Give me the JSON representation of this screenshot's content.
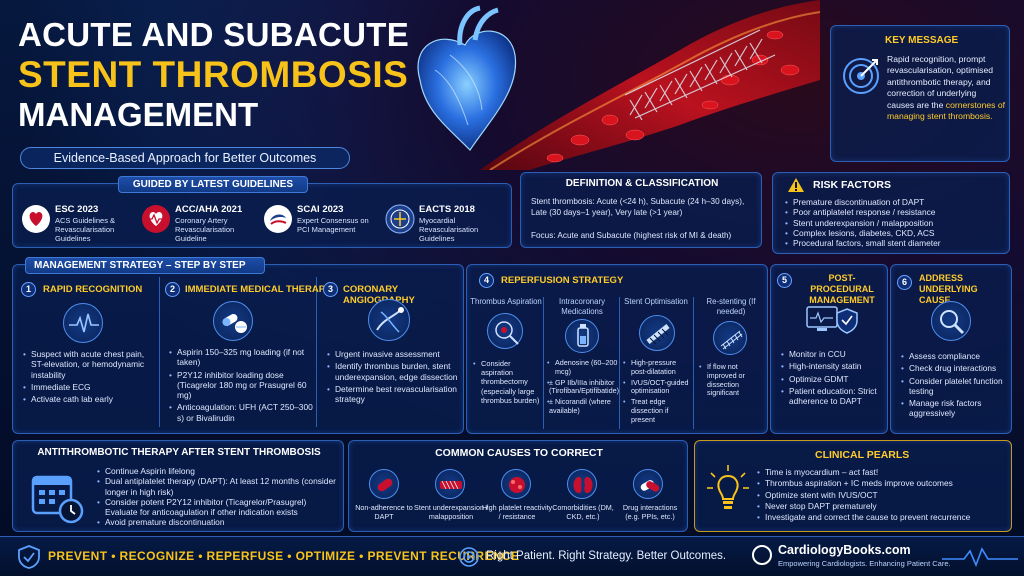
{
  "title": {
    "line1": "ACUTE AND SUBACUTE",
    "line2": "STENT THROMBOSIS",
    "line3": "MANAGEMENT",
    "subtitle": "Evidence-Based Approach for Better Outcomes"
  },
  "key_message": {
    "heading": "KEY MESSAGE",
    "text": "Rapid recognition, prompt revascularisation, optimised antithrombotic therapy, and correction of underlying causes are the",
    "highlight": "cornerstones of managing stent thrombosis."
  },
  "guidelines": {
    "heading": "GUIDED BY LATEST GUIDELINES",
    "items": [
      {
        "name": "ESC 2023",
        "desc": "ACS Guidelines & Revascularisation Guidelines"
      },
      {
        "name": "ACC/AHA 2021",
        "desc": "Coronary Artery Revascularisation Guideline"
      },
      {
        "name": "SCAI 2023",
        "desc": "Expert Consensus on PCI Management"
      },
      {
        "name": "EACTS 2018",
        "desc": "Myocardial Revascularisation Guidelines"
      }
    ]
  },
  "definition": {
    "heading": "DEFINITION & CLASSIFICATION",
    "text": "Stent thrombosis: Acute (<24 h), Subacute (24 h–30 days), Late (30 days–1 year), Very late (>1 year)",
    "focus": "Focus: Acute and Subacute (highest risk of MI & death)"
  },
  "risk": {
    "heading": "RISK FACTORS",
    "items": [
      "Premature discontinuation of DAPT",
      "Poor antiplatelet response / resistance",
      "Stent underexpansion / malapposition",
      "Complex lesions, diabetes, CKD, ACS",
      "Procedural factors, small stent diameter"
    ]
  },
  "strategy": {
    "heading": "MANAGEMENT STRATEGY – STEP BY STEP",
    "step1": {
      "num": "1",
      "title": "RAPID RECOGNITION",
      "items": [
        "Suspect with acute chest pain, ST-elevation, or hemodynamic instability",
        "Immediate ECG",
        "Activate cath lab early"
      ]
    },
    "step2": {
      "num": "2",
      "title": "IMMEDIATE MEDICAL THERAPY",
      "items": [
        "Aspirin 150–325 mg loading (if not taken)",
        "P2Y12 inhibitor loading dose (Ticagrelor 180 mg or Prasugrel 60 mg)",
        "Anticoagulation: UFH (ACT 250–300 s) or Bivalirudin"
      ]
    },
    "step3": {
      "num": "3",
      "title": "CORONARY ANGIOGRAPHY",
      "items": [
        "Urgent invasive assessment",
        "Identify thrombus burden, stent underexpansion, edge dissection",
        "Determine best revascularisation strategy"
      ]
    },
    "step4": {
      "num": "4",
      "title": "REPERFUSION STRATEGY",
      "cols": [
        {
          "title": "Thrombus Aspiration",
          "items": [
            "Consider aspiration thrombectomy (especially large thrombus burden)"
          ]
        },
        {
          "title": "Intracoronary Medications",
          "items": [
            "Adenosine (60–200 mcg)",
            "± GP IIb/IIIa inhibitor (Tirofiban/Eptifibatide)",
            "± Nicorandil (where available)"
          ]
        },
        {
          "title": "Stent Optimisation",
          "items": [
            "High-pressure post-dilatation",
            "IVUS/OCT-guided optimisation",
            "Treat edge dissection if present"
          ]
        },
        {
          "title": "Re-stenting (If needed)",
          "items": [
            "If flow not improved or dissection significant"
          ]
        }
      ]
    },
    "step5": {
      "num": "5",
      "title": "POST-PROCEDURAL MANAGEMENT",
      "items": [
        "Monitor in CCU",
        "High-intensity statin",
        "Optimize GDMT",
        "Patient education: Strict adherence to DAPT"
      ]
    },
    "step6": {
      "num": "6",
      "title": "ADDRESS UNDERLYING CAUSE",
      "items": [
        "Assess compliance",
        "Check drug interactions",
        "Consider platelet function testing",
        "Manage risk factors aggressively"
      ]
    }
  },
  "antithrombotic": {
    "heading": "ANTITHROMBOTIC THERAPY AFTER STENT THROMBOSIS",
    "items": [
      "Continue Aspirin lifelong",
      "Dual antiplatelet therapy (DAPT): At least 12 months (consider longer in high risk)",
      "Consider potent P2Y12 inhibitor (Ticagrelor/Prasugrel) Evaluate for anticoagulation if other indication exists",
      "Avoid premature discontinuation"
    ]
  },
  "causes": {
    "heading": "COMMON CAUSES TO CORRECT",
    "items": [
      "Non-adherence to DAPT",
      "Stent underexpansion / malapposition",
      "High platelet reactivity / resistance",
      "Comorbidities (DM, CKD, etc.)",
      "Drug interactions (e.g. PPIs, etc.)"
    ]
  },
  "pearls": {
    "heading": "CLINICAL PEARLS",
    "items": [
      "Time is myocardium – act fast!",
      "Thrombus aspiration + IC meds improve outcomes",
      "Optimize stent with IVUS/OCT",
      "Never stop DAPT prematurely",
      "Investigate and correct the cause to prevent recurrence"
    ]
  },
  "footer": {
    "slogan": "PREVENT • RECOGNIZE • REPERFUSE • OPTIMIZE • PREVENT RECURRENCE",
    "tagline": "Right Patient. Right Strategy. Better Outcomes.",
    "brand": "CardiologyBooks.com",
    "brand_sub": "Empowering Cardiologists. Enhancing Patient Care."
  },
  "colors": {
    "accent": "#f7c21a",
    "panel_border": "#2b5eb5",
    "background": "#061434",
    "red": "#c8102e"
  }
}
